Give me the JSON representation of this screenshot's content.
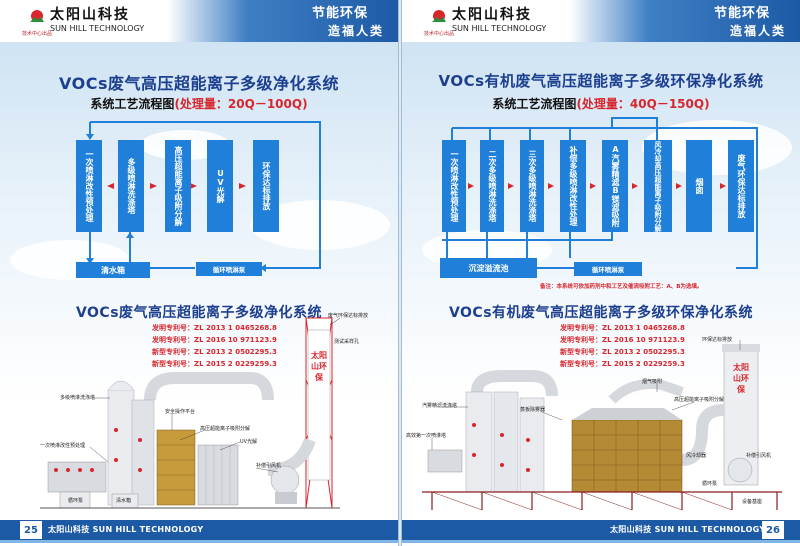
{
  "brand": {
    "name_cn": "太阳山科技",
    "name_en": "SUN HILL TECHNOLOGY",
    "tagline": "技术中心出品",
    "slogan1": "节能环保",
    "slogan2": "造福人类"
  },
  "left": {
    "title": "VOCs废气高压超能离子多级净化系统",
    "flow_title": "系统工艺流程图",
    "capacity": "(处理量：20Q－100Q)",
    "boxes": [
      "一次喷淋改性预处理",
      "多级喷淋洗涤塔",
      "高压超能离子吸附分解",
      "UV光解",
      "环保达标排放"
    ],
    "bottom_left": "清水箱",
    "bottom_mid": "循环喷淋泵",
    "diagram_title": "VOCs废气高压超能离子多级净化系统",
    "patents": [
      "发明专利号：ZL 2013 1 0465268.8",
      "发明专利号：ZL 2016 10 971123.9",
      "新型专利号：ZL 2013 2 0502295.3",
      "新型专利号：ZL 2015 2 0229259.3"
    ],
    "labels": {
      "stack_label": "废气环保达标排放",
      "sample_hole": "测试采样孔",
      "multi_spray": "多级喷淋洗涤塔",
      "first_spray": "一次喷淋改性预处理",
      "platform": "安全操作平台",
      "high_voltage": "高压超能离子吸附分解",
      "uv": "UV光解",
      "fan": "补偿引风机",
      "tank": "清水箱",
      "pump": "循环泵"
    },
    "stack_text": "太阳山环保",
    "footer_num": "25",
    "footer_text": "太阳山科技 SUN HILL TECHNOLOGY"
  },
  "right": {
    "title": "VOCs有机废气高压超能离子多级环保净化系统",
    "flow_title": "系统工艺流程图",
    "capacity": "(处理量：40Q－150Q)",
    "boxes": [
      "一次喷淋改性预处理",
      "二次多级喷淋洗涤塔",
      "三次多级喷淋洗涤塔",
      "补偿多级喷淋改性处理",
      "A汽雾精滤B镁滤吸附",
      "风冷却高压超能离子吸附分解",
      "烟囱",
      "废气环保达标排放"
    ],
    "bottom_left": "沉淀溢流池",
    "bottom_mid": "循环喷淋泵",
    "note": "备注：本系统可依加药剂中和工艺及催流吸附工艺：A、B为选填。",
    "diagram_title": "VOCs有机废气高压超能离子多级环保净化系统",
    "patents": [
      "发明专利号：ZL 2013 1 0465268.8",
      "发明专利号：ZL 2016 10 971123.9",
      "新型专利号：ZL 2013 2 0502295.3",
      "新型专利号：ZL 2015 2 0229259.3"
    ],
    "labels": {
      "stack_label": "环保达标排放",
      "stack_text": "太阳山环保",
      "multi_spray": "汽雾精滤洗涤塔",
      "first_spray": "高效第一次喷淋塔",
      "demister": "蒸板除雾器",
      "absorb": "烟气吸附",
      "high_voltage": "高压超能离子吸附分解",
      "cooler": "风冷却器",
      "fan": "补偿引风机",
      "pump": "循环泵",
      "platform": "设备基座"
    },
    "footer_num": "26",
    "footer_text": "太阳山科技 SUN HILL TECHNOLOGY"
  },
  "colors": {
    "flow_box": "#1f7fd9",
    "title": "#1d3f8f",
    "accent_red": "#d8262d",
    "header_blue": "#1d5aa6"
  }
}
